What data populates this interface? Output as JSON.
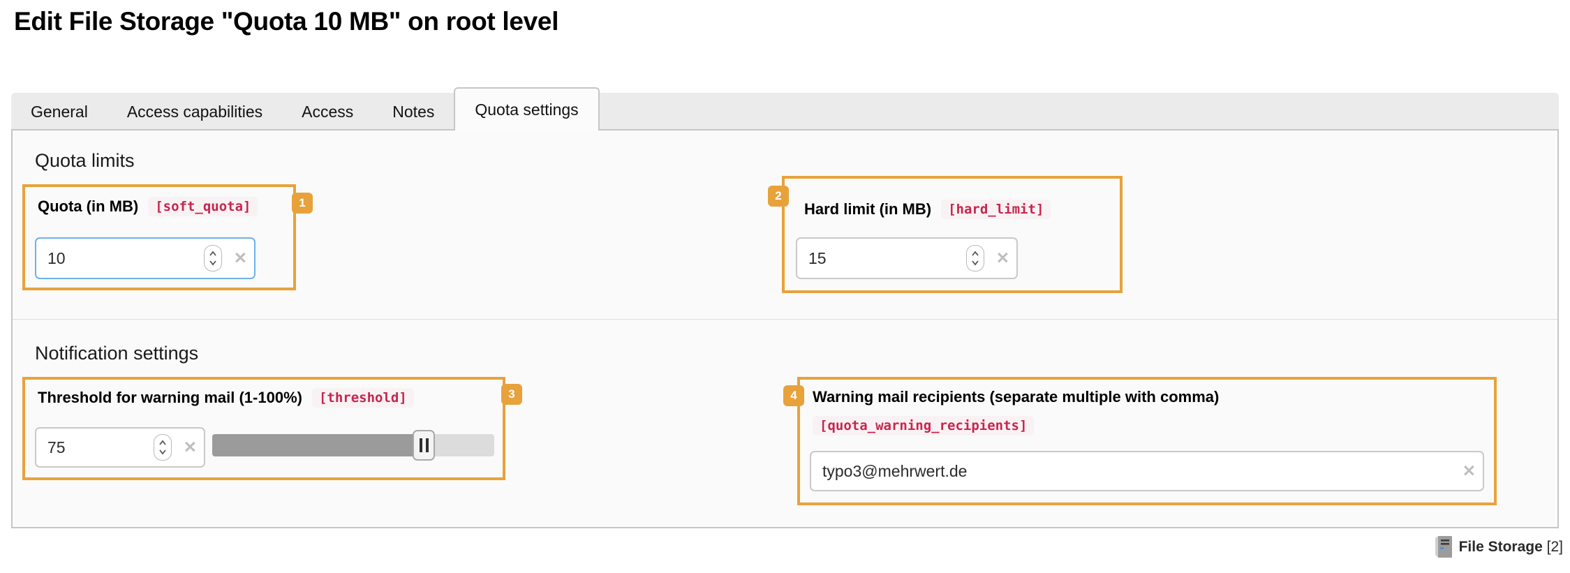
{
  "page": {
    "title": "Edit File Storage \"Quota 10 MB\" on root level"
  },
  "tabs": [
    {
      "label": "General",
      "active": false
    },
    {
      "label": "Access capabilities",
      "active": false
    },
    {
      "label": "Access",
      "active": false
    },
    {
      "label": "Notes",
      "active": false
    },
    {
      "label": "Quota settings",
      "active": true
    }
  ],
  "sections": {
    "quota_limits": {
      "heading": "Quota limits"
    },
    "notification": {
      "heading": "Notification settings"
    }
  },
  "fields": {
    "soft_quota": {
      "label": "Quota (in MB)",
      "code": "[soft_quota]",
      "value": "10",
      "annotation": "1"
    },
    "hard_limit": {
      "label": "Hard limit (in MB)",
      "code": "[hard_limit]",
      "value": "15",
      "annotation": "2"
    },
    "threshold": {
      "label": "Threshold for warning mail (1-100%)",
      "code": "[threshold]",
      "value": "75",
      "annotation": "3",
      "slider_percent": 75
    },
    "recipients": {
      "label": "Warning mail recipients (separate multiple with comma)",
      "code": "[quota_warning_recipients]",
      "value": "typo3@mehrwert.de",
      "annotation": "4"
    }
  },
  "controls": {
    "clear_glyph": "✕"
  },
  "footer": {
    "label": "File Storage",
    "count": "[2]"
  },
  "colors": {
    "annotation_orange": "#e8a23b",
    "code_text": "#c7254e",
    "code_background": "#f9f2f4",
    "focus_border": "#6cb2e8",
    "tabstrip_background": "#ebebeb",
    "panel_background": "#fafafa"
  }
}
